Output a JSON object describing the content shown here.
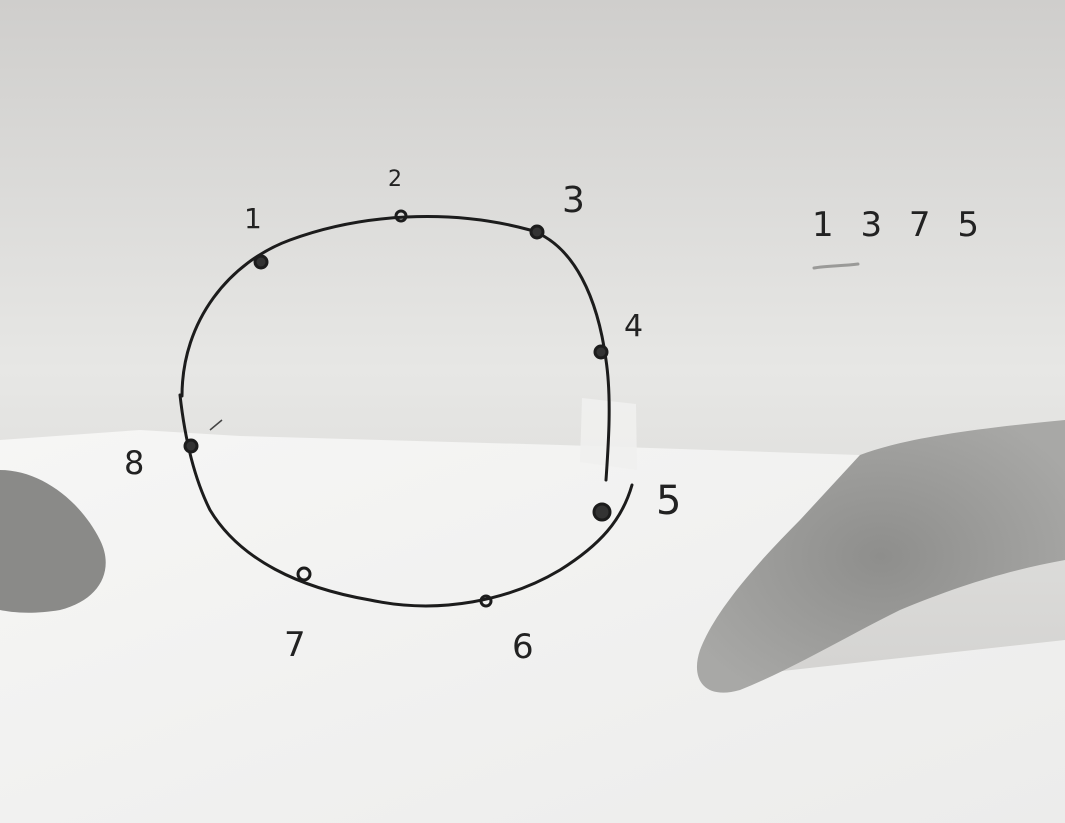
{
  "scene": "handwritten-circle-sketch-on-paper",
  "colors": {
    "paper_shadow_top": "#c9c8c6",
    "paper_shadow_mid": "#e6e6e4",
    "paper_lit": "#f4f4f3",
    "shadow": "#8f8f8d",
    "ink": "#1c1c1c"
  },
  "points": [
    {
      "label": "1"
    },
    {
      "label": "2"
    },
    {
      "label": "3"
    },
    {
      "label": "4"
    },
    {
      "label": "5"
    },
    {
      "label": "6"
    },
    {
      "label": "7"
    },
    {
      "label": "8"
    }
  ],
  "sequence": "1 3 7 5"
}
